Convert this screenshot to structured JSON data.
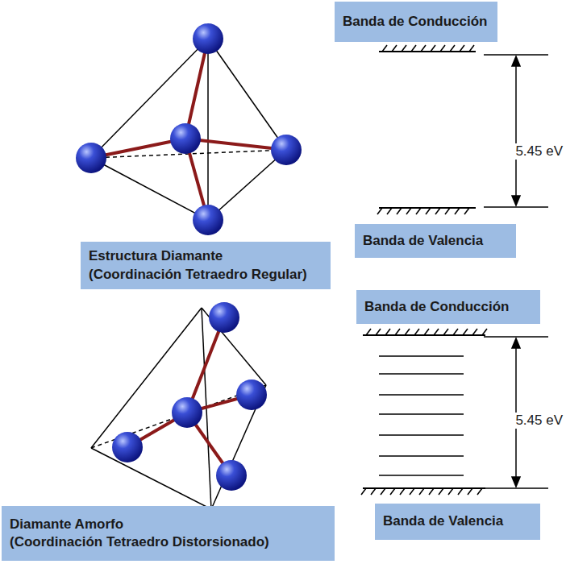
{
  "diagram": {
    "nodes": [
      {
        "text": [
          "Banda de Conducción"
        ]
      },
      {
        "text": [
          "Banda de Valencia"
        ]
      },
      {
        "text": [
          "Estructura Diamante",
          "(Coordinación Tetraedro Regular)"
        ]
      },
      {
        "text": [
          "Banda de Conducción"
        ]
      },
      {
        "text": [
          "Diamante Amorfo",
          "(Coordinación Tetraedro Distorsionado)"
        ]
      },
      {
        "text": [
          "Banda de Valencia"
        ]
      }
    ],
    "labels": [
      "5.45 eV",
      "5.45 eV"
    ]
  }
}
